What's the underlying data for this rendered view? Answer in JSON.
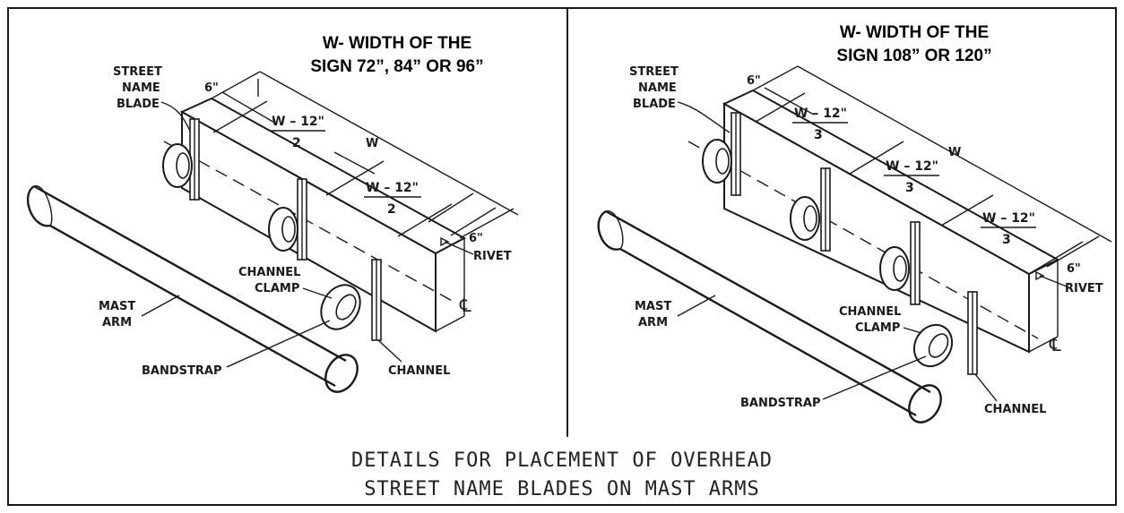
{
  "left": {
    "header_line1": "W- WIDTH OF THE",
    "header_line2": "SIGN 72”, 84” OR 96”",
    "street_name_line1": "STREET",
    "street_name_line2": "NAME",
    "street_name_line3": "BLADE",
    "dim_6_top": "6\"",
    "dim_w": "W",
    "dim_frac_num_1": "W – 12\"",
    "dim_frac_den_1": "2",
    "dim_frac_num_2": "W – 12\"",
    "dim_frac_den_2": "2",
    "dim_6_right": "6\"",
    "rivet": "RIVET",
    "channel_clamp_line1": "CHANNEL",
    "channel_clamp_line2": "CLAMP",
    "centerline": "℄",
    "mast_arm_line1": "MAST",
    "mast_arm_line2": "ARM",
    "bandstrap": "BANDSTRAP",
    "channel": "CHANNEL"
  },
  "right": {
    "header_line1": "W- WIDTH OF THE",
    "header_line2": "SIGN 108” OR 120”",
    "street_name_line1": "STREET",
    "street_name_line2": "NAME",
    "street_name_line3": "BLADE",
    "dim_6_top": "6\"",
    "dim_w": "W",
    "dim_frac_num_1": "W – 12\"",
    "dim_frac_den_1": "3",
    "dim_frac_num_2": "W – 12\"",
    "dim_frac_den_2": "3",
    "dim_frac_num_3": "W – 12\"",
    "dim_frac_den_3": "3",
    "dim_6_right": "6\"",
    "rivet": "RIVET",
    "channel_clamp_line1": "CHANNEL",
    "channel_clamp_line2": "CLAMP",
    "centerline": "℄",
    "mast_arm_line1": "MAST",
    "mast_arm_line2": "ARM",
    "bandstrap": "BANDSTRAP",
    "channel": "CHANNEL"
  },
  "title_line1": "DETAILS FOR PLACEMENT OF OVERHEAD",
  "title_line2": "STREET NAME BLADES ON MAST ARMS"
}
